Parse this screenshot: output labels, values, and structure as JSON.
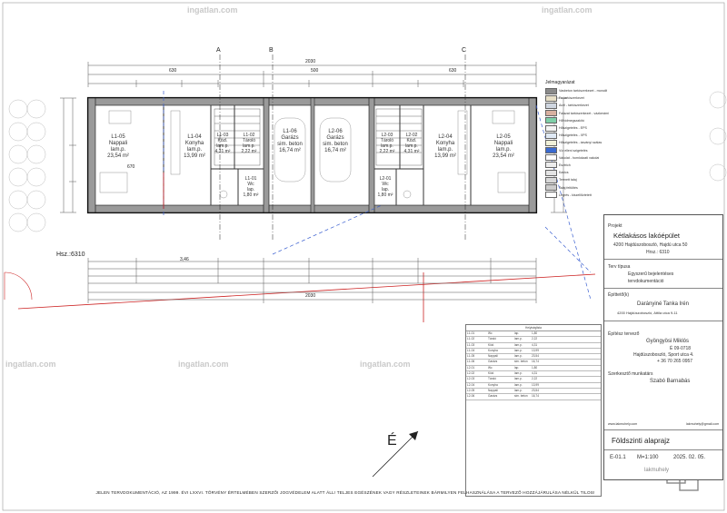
{
  "sheet_title": "Földszinti alaprajz",
  "sheet_code": "E-01.1",
  "scale": "M=1:100",
  "date": "2025. 02. 05.",
  "logo_text": "lakmuhely",
  "lot_label": "Hsz.:6310",
  "north_label": "É",
  "section_markers": [
    "A",
    "B",
    "C"
  ],
  "watermark": "ingatlan.com",
  "footer_text": "JELEN TERVDOKUMENTÁCIÓ, AZ 1999. ÉVI LXXVI. TÖRVÉNY ÉRTELMÉBEN SZERZŐI JOGVÉDELEM ALATT ÁLL! TELJES EGÉSZÉNEK VAGY RÉSZLETEINEK BÁRMILYEN FELHASZNÁLÁSA A TERVEZŐ HOZZÁJÁRULÁSA NÉLKÜL TILOS!",
  "rooms": [
    {
      "code": "L1-05",
      "name": "Nappali",
      "floor": "lam.p.",
      "area": "23,54 m²"
    },
    {
      "code": "L1-04",
      "name": "Konyha",
      "floor": "lam.p.",
      "area": "13,99 m²"
    },
    {
      "code": "L1-03",
      "name": "Közl.",
      "floor": "lam.p.",
      "area": "4,31 m²"
    },
    {
      "code": "L1-02",
      "name": "Tároló",
      "floor": "lam.p.",
      "area": "2,22 m²"
    },
    {
      "code": "L1-01",
      "name": "Wc",
      "floor": "lap.",
      "area": "1,80 m²"
    },
    {
      "code": "L1-06",
      "name": "Garázs",
      "floor": "sim. beton",
      "area": "16,74 m²"
    },
    {
      "code": "L2-06",
      "name": "Garázs",
      "floor": "sim. beton",
      "area": "16,74 m²"
    },
    {
      "code": "L2-03",
      "name": "Tároló",
      "floor": "lam.p.",
      "area": "2,22 m²"
    },
    {
      "code": "L2-02",
      "name": "Közl.",
      "floor": "lam.p.",
      "area": "4,31 m²"
    },
    {
      "code": "L2-04",
      "name": "Konyha",
      "floor": "lam.p.",
      "area": "13,99 m²"
    },
    {
      "code": "L2-05",
      "name": "Nappali",
      "floor": "lam.p.",
      "area": "23,54 m²"
    },
    {
      "code": "L2-01",
      "name": "Wc",
      "floor": "lap.",
      "area": "1,80 m²"
    }
  ],
  "legend": {
    "title": "Jelmagyarázat",
    "items": [
      {
        "label": "Vasbeton tartószerkezet - monolit",
        "color": "#8a8a8a"
      },
      {
        "label": "Fa tartószerkezet",
        "color": "#e8e0c8"
      },
      {
        "label": "Acél - tartószerkezet",
        "color": "#cfd6e0"
      },
      {
        "label": "Falazat tartószerkezet - vázkerámia",
        "color": "#d9b0a0"
      },
      {
        "label": "Hőhídmegszakító",
        "color": "#7fcfa8"
      },
      {
        "label": "Hőszigetelés - EPS",
        "color": "#f4f4f4"
      },
      {
        "label": "Hőszigetelés - XPS",
        "color": "#dfe9f5"
      },
      {
        "label": "Hőszigetelés - ásványi szálas",
        "color": "#f0f0d8"
      },
      {
        "label": "Víz elleni szigetelés",
        "color": "#3a6ad0"
      },
      {
        "label": "Vakolat - homlokzati vakolat",
        "color": "#ffffff"
      },
      {
        "label": "Esztrich",
        "color": "#ececec"
      },
      {
        "label": "Kavics",
        "color": "#e4e4e4"
      },
      {
        "label": "Termett talaj",
        "color": "#d8d8d8"
      },
      {
        "label": "Talaj feltöltés",
        "color": "#cccccc"
      },
      {
        "label": "Légrés - kiszellőztetett",
        "color": "#ffffff"
      }
    ]
  },
  "title_block": {
    "project_label": "Projekt",
    "project_name": "Kétlakásos lakóépület",
    "project_address": "4200 Hajdúszoboszló, Hajdú utca 50",
    "project_lot": "Hrsz.: 6310",
    "type_label": "Terv típusa",
    "type_value_1": "Egyszerű bejelentéses",
    "type_value_2": "tervdokumentáció",
    "client_label": "Építtető(k)",
    "client_name": "Darányiné Tanka Irén",
    "client_address": "4200 Hajdúszoboszló, Attila utca 9-11",
    "designer_label": "Építész tervező",
    "designer_name": "Gyöngyösi Miklós",
    "designer_reg": "É 09-0718",
    "designer_address": "Hajdúszoboszló, Sport utca 4.",
    "designer_phone": "+ 36 70 265 0957",
    "editor_label": "Szerkesztő munkatárs",
    "editor_name": "Szabó Barnabás",
    "website": "www.lakmuhely.com",
    "email": "lakmuhely@gmail.com"
  },
  "area_table": {
    "header": "Helyiséglista",
    "rows": [
      [
        "L1-01",
        "Wc",
        "lap.",
        "1,80"
      ],
      [
        "L1-02",
        "Tároló",
        "lam.p.",
        "2,22"
      ],
      [
        "L1-03",
        "Közl.",
        "lam.p.",
        "4,31"
      ],
      [
        "L1-04",
        "Konyha",
        "lam.p.",
        "13,99"
      ],
      [
        "L1-05",
        "Nappali",
        "lam.p.",
        "23,54"
      ],
      [
        "L1-06",
        "Garázs",
        "sim. beton",
        "16,74"
      ],
      [
        "L2-01",
        "Wc",
        "lap.",
        "1,80"
      ],
      [
        "L2-02",
        "Közl.",
        "lam.p.",
        "4,31"
      ],
      [
        "L2-03",
        "Tároló",
        "lam.p.",
        "2,22"
      ],
      [
        "L2-04",
        "Konyha",
        "lam.p.",
        "13,99"
      ],
      [
        "L2-05",
        "Nappali",
        "lam.p.",
        "23,54"
      ],
      [
        "L2-06",
        "Garázs",
        "sim. beton",
        "16,74"
      ]
    ]
  },
  "dimensions": {
    "top_total": "2030",
    "top_parts": [
      "630",
      "500",
      "630"
    ],
    "bottom_total": "2030",
    "garage_area_note": "670",
    "lot_width": "3,46"
  }
}
